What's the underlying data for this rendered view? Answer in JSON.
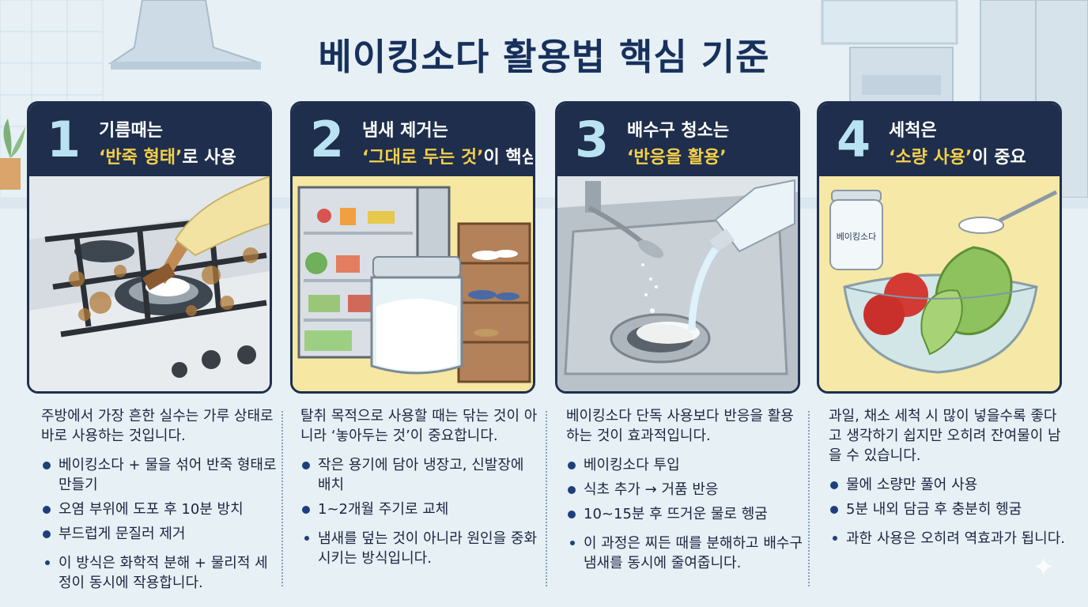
{
  "title": "베이킹소다 활용법 핵심 기준",
  "cards": [
    {
      "num": "1",
      "head1": "기름때는",
      "head2_highlight": "‘반죽 형태’",
      "head2_rest": "로 사용",
      "intro": "주방에서 가장 흔한 실수는 가루 상태로 바로 사용하는 것입니다.",
      "bullets": [
        "베이킹소다 + 물을 섞어 반죽 형태로 만들기",
        "오염 부위에 도포 후 10분 방치",
        "부드럽게 문질러 제거"
      ],
      "note": "이 방식은 화학적 분해 + 물리적 세정이 동시에 작용합니다."
    },
    {
      "num": "2",
      "head1": "냄새 제거는",
      "head2_highlight": "‘그대로 두는 것’",
      "head2_rest": "이 핵심",
      "intro": "탈취 목적으로 사용할 때는 닦는 것이 아니라 ‘놓아두는 것’이 중요합니다.",
      "bullets": [
        "작은 용기에 담아 냉장고, 신발장에 배치",
        "1~2개월 주기로 교체"
      ],
      "note": "냄새를 덮는 것이 아니라 원인을 중화시키는 방식입니다."
    },
    {
      "num": "3",
      "head1": "배수구 청소는",
      "head2_highlight": "‘반응을 활용’",
      "head2_rest": "",
      "intro": "베이킹소다 단독 사용보다 반응을 활용하는 것이 효과적입니다.",
      "bullets": [
        "베이킹소다 투입",
        "식초 추가 → 거품 반응",
        "10~15분 후 뜨거운 물로 헹굼"
      ],
      "note": "이 과정은 찌든 때를 분해하고 배수구 냄새를 동시에 줄여줍니다."
    },
    {
      "num": "4",
      "head1": "세척은",
      "head2_highlight": "‘소량 사용’",
      "head2_rest": "이 중요",
      "intro": "과일, 채소 세척 시 많이 넣을수록 좋다고 생각하기 쉽지만 오히려 잔여물이 남을 수 있습니다.",
      "bullets": [
        "물에 소량만 풀어 사용",
        "5분 내외 담금 후 충분히 헹굼"
      ],
      "note": "과한 사용은 오히려 역효과가 됩니다."
    }
  ],
  "jar_label": "베이킹소다",
  "colors": {
    "header_bg": "#1e2e4c",
    "highlight": "#f4cf4a",
    "number": "#b9e3f2",
    "panel_bg": "#f4e8a8",
    "title": "#17305c"
  },
  "icons": [
    "stove-illustration",
    "fridge-illustration",
    "sink-illustration",
    "bowl-illustration",
    "sparkle-icon"
  ]
}
